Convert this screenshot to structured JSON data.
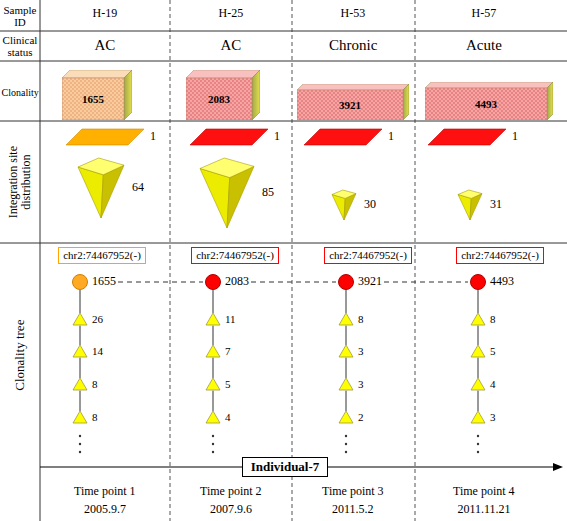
{
  "diagram": {
    "nodes": [
      {
        "text": [
          "1655"
        ]
      },
      {
        "text": [
          "2083"
        ]
      },
      {
        "text": [
          "3921"
        ]
      },
      {
        "text": [
          "4493"
        ]
      },
      {
        "text": [
          "1"
        ]
      },
      {
        "text": [
          "1"
        ]
      },
      {
        "text": [
          "1"
        ]
      },
      {
        "text": [
          "1"
        ]
      },
      {
        "text": [
          "64"
        ]
      },
      {
        "text": [
          "85"
        ]
      },
      {
        "text": [
          "30"
        ]
      },
      {
        "text": [
          "31"
        ]
      },
      {
        "text": [
          "chr2:74467952(-)"
        ]
      },
      {
        "text": [
          "chr2:74467952(-)"
        ]
      },
      {
        "text": [
          "chr2:74467952(-)"
        ]
      },
      {
        "text": [
          "chr2:74467952(-)"
        ]
      },
      {
        "text": [
          "1655"
        ]
      },
      {
        "text": [
          "2083"
        ]
      },
      {
        "text": [
          "3921"
        ]
      },
      {
        "text": [
          "4493"
        ]
      },
      {
        "text": [
          "26"
        ]
      },
      {
        "text": [
          "14"
        ]
      },
      {
        "text": [
          "8"
        ]
      },
      {
        "text": [
          "8"
        ]
      },
      {
        "text": [
          "11"
        ]
      },
      {
        "text": [
          "7"
        ]
      },
      {
        "text": [
          "5"
        ]
      },
      {
        "text": [
          "4"
        ]
      },
      {
        "text": [
          "8"
        ]
      },
      {
        "text": [
          "3"
        ]
      },
      {
        "text": [
          "3"
        ]
      },
      {
        "text": [
          "2"
        ]
      },
      {
        "text": [
          "8"
        ]
      },
      {
        "text": [
          "5"
        ]
      },
      {
        "text": [
          "4"
        ]
      },
      {
        "text": [
          "3"
        ]
      },
      {
        "text": [
          "Individual-7"
        ]
      }
    ],
    "edges": [
      {
        "from": 16,
        "to": 20,
        "arrow": "none"
      },
      {
        "from": 20,
        "to": 21,
        "arrow": "none"
      },
      {
        "from": 21,
        "to": 22,
        "arrow": "none"
      },
      {
        "from": 22,
        "to": 23,
        "arrow": "none"
      },
      {
        "from": 17,
        "to": 24,
        "arrow": "none"
      },
      {
        "from": 24,
        "to": 25,
        "arrow": "none"
      },
      {
        "from": 25,
        "to": 26,
        "arrow": "none"
      },
      {
        "from": 26,
        "to": 27,
        "arrow": "none"
      },
      {
        "from": 18,
        "to": 28,
        "arrow": "none"
      },
      {
        "from": 28,
        "to": 29,
        "arrow": "none"
      },
      {
        "from": 29,
        "to": 30,
        "arrow": "none"
      },
      {
        "from": 30,
        "to": 31,
        "arrow": "none"
      },
      {
        "from": 19,
        "to": 32,
        "arrow": "none"
      },
      {
        "from": 32,
        "to": 33,
        "arrow": "none"
      },
      {
        "from": 33,
        "to": 34,
        "arrow": "none"
      },
      {
        "from": 34,
        "to": 35,
        "arrow": "none"
      },
      {
        "from": 16,
        "to": 17,
        "arrow": "none"
      },
      {
        "from": 17,
        "to": 18,
        "arrow": "none"
      },
      {
        "from": 18,
        "to": 19,
        "arrow": "none"
      }
    ],
    "labels": [
      "Sample ID",
      "H-19",
      "H-25",
      "H-53",
      "H-57",
      "Clinical status",
      "AC",
      "AC",
      "Chronic",
      "Acute",
      "Clonality",
      "Integration site distribution",
      "Clonality tree",
      "Time point 1",
      "2005.9.7",
      "Time point 2",
      "2007.9.6",
      "Time point 3",
      "2011.5.2",
      "Time point 4",
      "2011.11.21"
    ]
  }
}
